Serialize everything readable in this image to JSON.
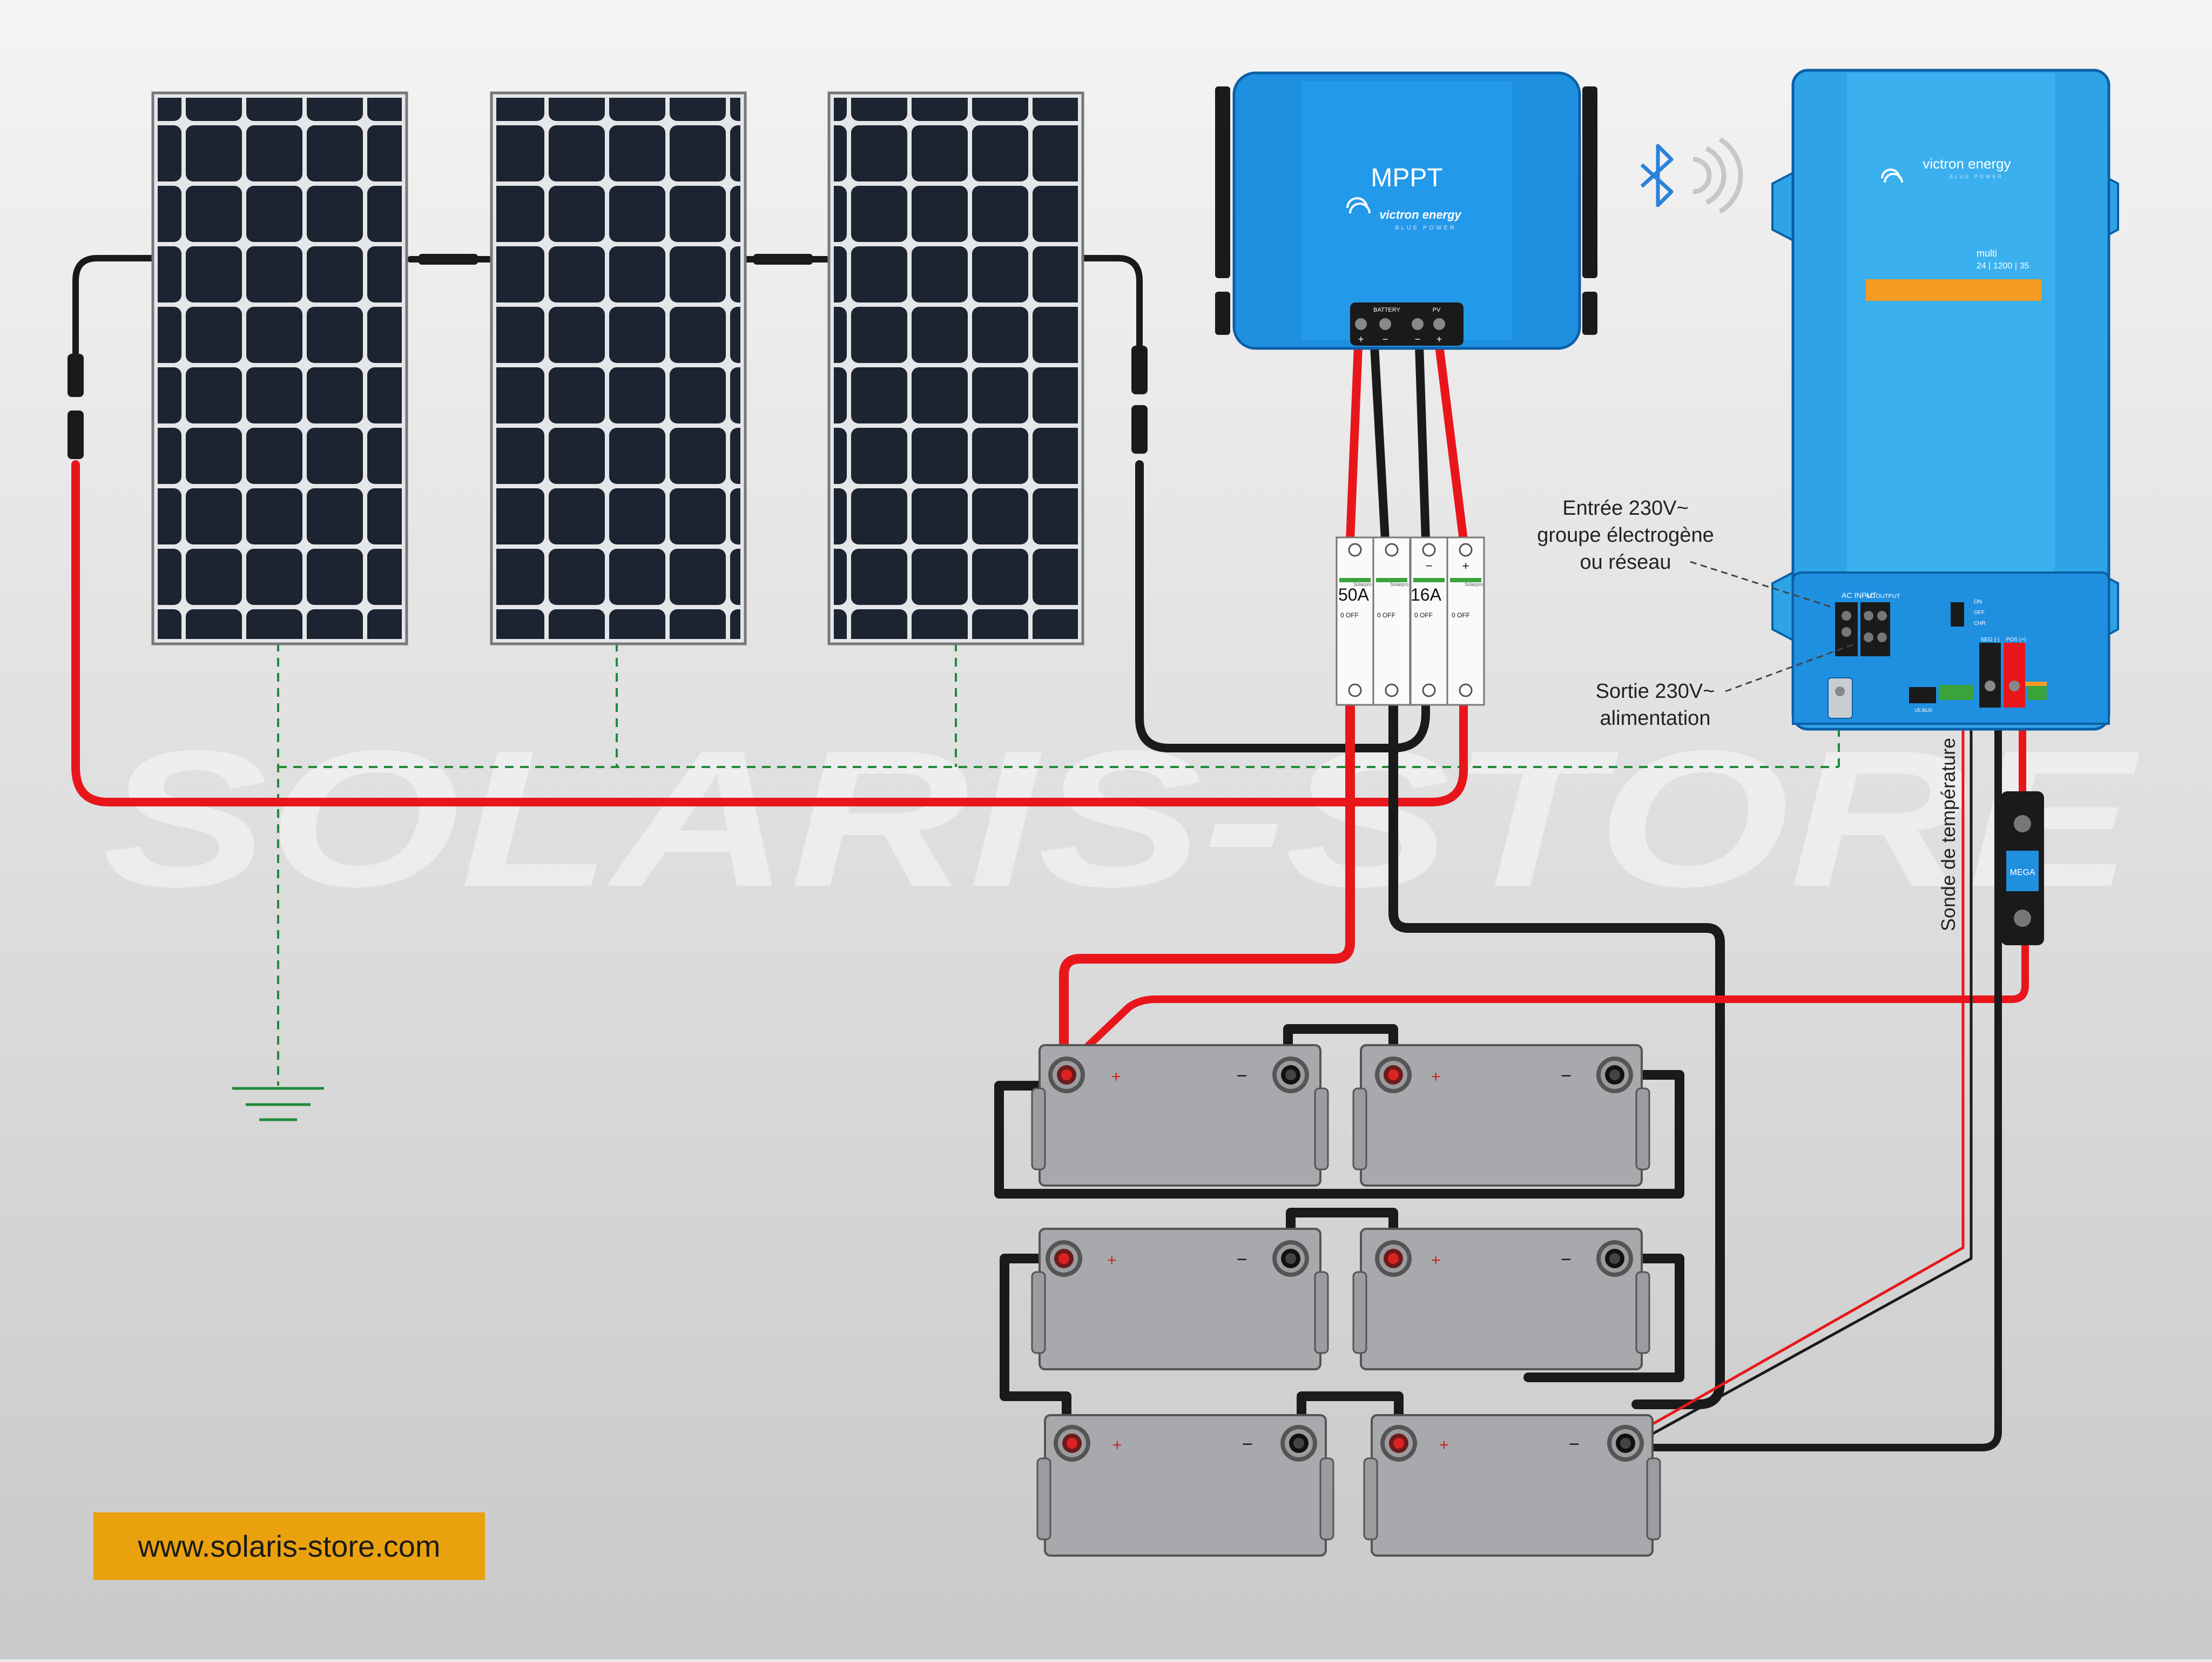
{
  "watermark": "SOLARIS-STORE",
  "mppt": {
    "label": "MPPT",
    "brand": "victron energy",
    "tagline": "BLUE POWER",
    "terminal_battery": "BATTERY",
    "terminal_pv": "PV",
    "minus": "−",
    "plus": "+"
  },
  "inverter": {
    "brand": "victron energy",
    "tagline": "BLUE POWER",
    "model_line1": "multi",
    "model_line2": "24 | 1200 | 35",
    "ac_input": "AC INPUT",
    "ac_output": "AC OUTPUT",
    "switch_on": "ON",
    "switch_off": "OFF",
    "switch_chr": "CHR",
    "neg_label": "NEG (-)",
    "pos_label": "POS (+)",
    "vebus": "VE.BUS"
  },
  "breakers": [
    {
      "rating": "50A",
      "state": "0 OFF",
      "brand": "Solarpro"
    },
    {
      "rating": "16A",
      "state": "0 OFF",
      "brand": "Solarpro"
    }
  ],
  "breaker_signs": {
    "minus": "−",
    "plus": "+"
  },
  "fuse_label": "MEGA",
  "annotations": {
    "ac_input": [
      "Entrée 230V~",
      "groupe électrogène",
      "ou réseau"
    ],
    "ac_output": [
      "Sortie 230V~",
      "alimentation"
    ],
    "temp_probe": "Sonde de température"
  },
  "battery_terminal_signs": {
    "plus": "+",
    "minus": "−"
  },
  "website": "www.solaris-store.com",
  "colors": {
    "mppt_blue": "#1f8fe0",
    "inverter_blue": "#2ea4e6",
    "cable_red": "#e8161b",
    "cable_black": "#1a1a1a",
    "ground_green": "#1f8a3a",
    "website_bg": "#e9a20d",
    "battery_grey": "#a7a9ac",
    "panel_cell": "#1c2432"
  },
  "icons": [
    "bluetooth-icon",
    "ground-icon",
    "wireless-signal-icon"
  ]
}
